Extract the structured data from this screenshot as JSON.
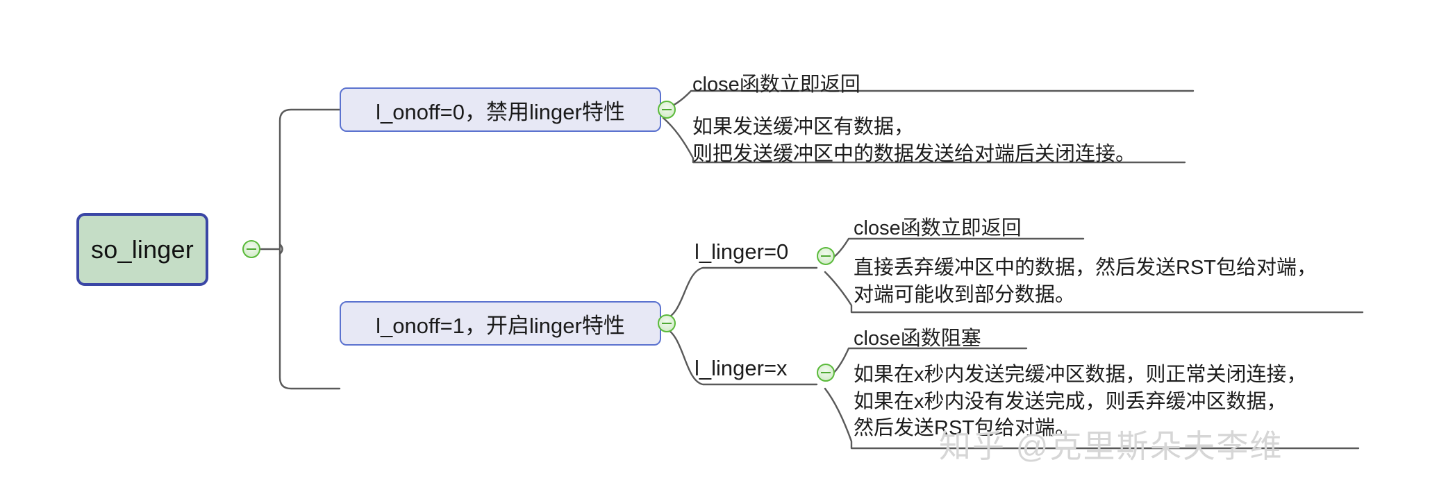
{
  "diagram": {
    "type": "mindmap",
    "title": "so_linger",
    "root": {
      "label": "so_linger",
      "fill": "#c5ddc6",
      "border": "#3a46a5",
      "toggle": "collapse-toggle"
    },
    "branches": [
      {
        "id": "onoff0",
        "label": "l_onoff=0，禁用linger特性",
        "fill": "#e7e8f5",
        "border": "#5b72cf",
        "detail": {
          "heading": "close函数立即返回",
          "line1": "如果发送缓冲区有数据，",
          "line2": "则把发送缓冲区中的数据发送给对端后关闭连接。"
        }
      },
      {
        "id": "onoff1",
        "label": "l_onoff=1，开启linger特性",
        "fill": "#e7e8f5",
        "border": "#5b72cf",
        "children": [
          {
            "id": "linger0",
            "label": "l_linger=0",
            "detail": {
              "heading": "close函数立即返回",
              "line1": "直接丢弃缓冲区中的数据，然后发送RST包给对端，",
              "line2": "对端可能收到部分数据。"
            }
          },
          {
            "id": "lingerx",
            "label": "l_linger=x",
            "detail": {
              "heading": "close函数阻塞",
              "line1": "如果在x秒内发送完缓冲区数据，则正常关闭连接，",
              "line2": "如果在x秒内没有发送完成，则丢弃缓冲区数据，",
              "line3": "然后发送RST包给对端。"
            }
          }
        ]
      }
    ],
    "watermark": "知乎 @克里斯朵夫李维",
    "colors": {
      "root_fill": "#c5ddc6",
      "root_border": "#3a46a5",
      "branch_fill": "#e7e8f5",
      "branch_border": "#5b72cf",
      "connector": "#595959",
      "toggle_border": "#5aba3a",
      "text": "#1c1c1c",
      "watermark": "#d6d6d6",
      "background": "#ffffff"
    }
  }
}
